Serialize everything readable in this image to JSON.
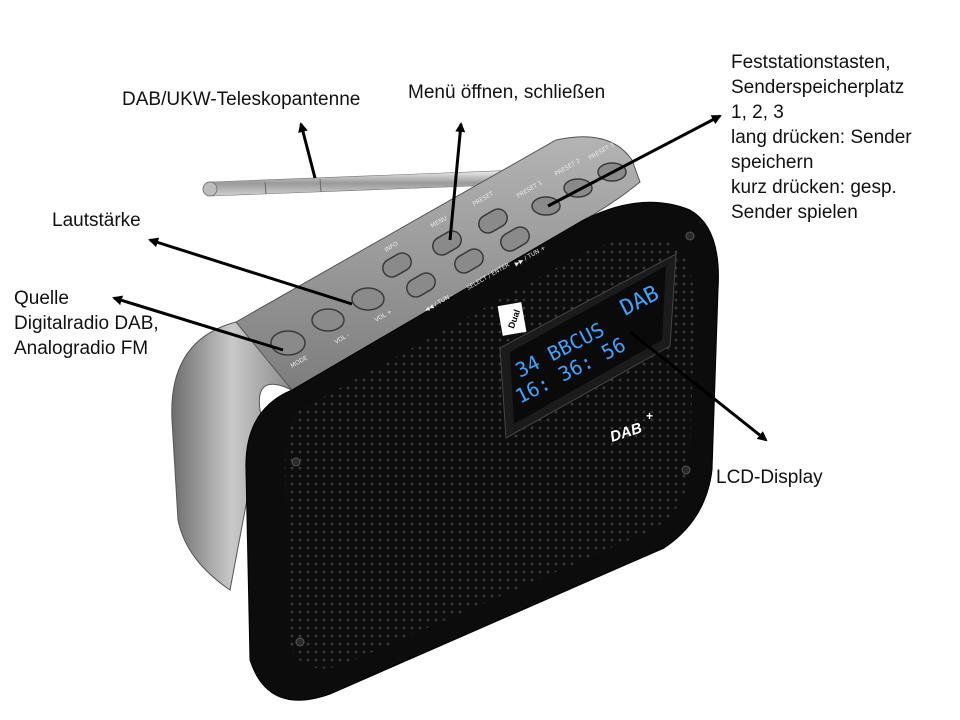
{
  "labels": {
    "antenna": "DAB/UKW-Teleskopantenne",
    "menu": "Menü öffnen, schließen",
    "presets": [
      "Feststationstasten,",
      "Senderspeicherplatz",
      "1, 2, 3",
      "lang drücken: Sender",
      "speichern",
      "kurz drücken: gesp.",
      "Sender spielen"
    ],
    "volume": "Lautstärke",
    "source": [
      "Quelle",
      "Digitalradio DAB,",
      "Analogradio FM"
    ],
    "lcd": "LCD-Display"
  },
  "radio": {
    "brand": "Dual",
    "display_line1": "34 BBCUS",
    "display_line2": "16: 36: 56",
    "display_mode": "DAB",
    "dab_logo": "DAB",
    "dab_plus": "+",
    "buttons": {
      "mode": "MODE",
      "vol_minus": "VOL -",
      "vol_plus": "VOL +",
      "info": "INFO",
      "menu": "MENU",
      "preset": "PRESET",
      "tun_minus": "◀◀ / TUN -",
      "select": "SELECT / ENTER",
      "tun_plus": "▶▶ / TUN +",
      "preset1": "PRESET 1",
      "preset2": "PRESET 2",
      "preset3": "PRESET 3"
    }
  },
  "colors": {
    "body": "#0c0c0c",
    "top_panel": "#8e8e8e",
    "silver_side": "#a9a9a9",
    "lcd_text": "#3fa3ff",
    "arrow": "#000000"
  }
}
